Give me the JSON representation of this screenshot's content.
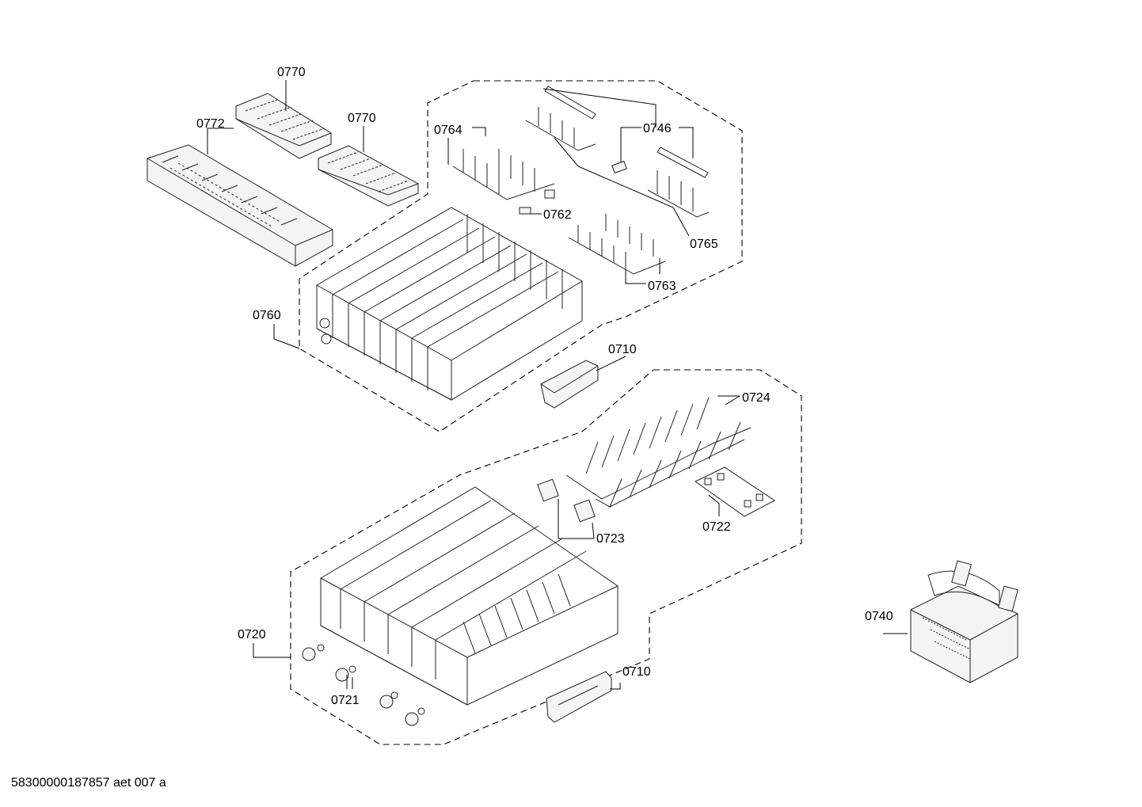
{
  "document_id": "58300000187857 aet 007 a",
  "labels": {
    "l0770a": "0770",
    "l0772": "0772",
    "l0770b": "0770",
    "l0764": "0764",
    "l0746": "0746",
    "l0762": "0762",
    "l0765": "0765",
    "l0763": "0763",
    "l0760": "0760",
    "l0710a": "0710",
    "l0724": "0724",
    "l0723": "0723",
    "l0722": "0722",
    "l0740": "0740",
    "l0720": "0720",
    "l0721": "0721",
    "l0710b": "0710"
  }
}
